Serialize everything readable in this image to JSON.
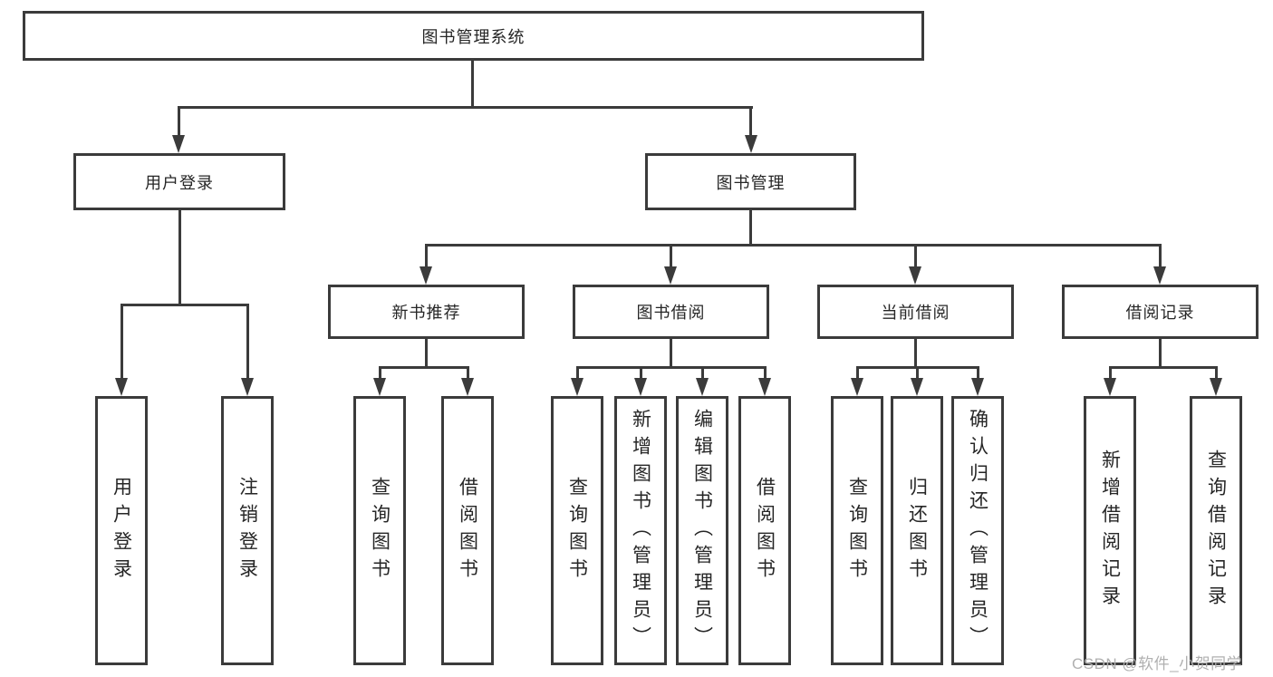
{
  "tree": {
    "root": {
      "label": "图书管理系统"
    },
    "branches": [
      {
        "label": "用户登录",
        "children": [
          {
            "label": "用户登录"
          },
          {
            "label": "注销登录"
          }
        ]
      },
      {
        "label": "图书管理",
        "children": [
          {
            "label": "新书推荐",
            "children": [
              {
                "label": "查询图书"
              },
              {
                "label": "借阅图书"
              }
            ]
          },
          {
            "label": "图书借阅",
            "children": [
              {
                "label": "查询图书"
              },
              {
                "label": "新增图书（管理员）"
              },
              {
                "label": "编辑图书（管理员）"
              },
              {
                "label": "借阅图书"
              }
            ]
          },
          {
            "label": "当前借阅",
            "children": [
              {
                "label": "查询图书"
              },
              {
                "label": "归还图书"
              },
              {
                "label": "确认归还（管理员）"
              }
            ]
          },
          {
            "label": "借阅记录",
            "children": [
              {
                "label": "新增借阅记录"
              },
              {
                "label": "查询借阅记录"
              }
            ]
          }
        ]
      }
    ]
  },
  "watermark": "CSDN @软件_小贺同学",
  "colors": {
    "line": "#3b3b3b",
    "text": "#262626",
    "watermark": "#b0b0b0",
    "background": "#ffffff"
  }
}
